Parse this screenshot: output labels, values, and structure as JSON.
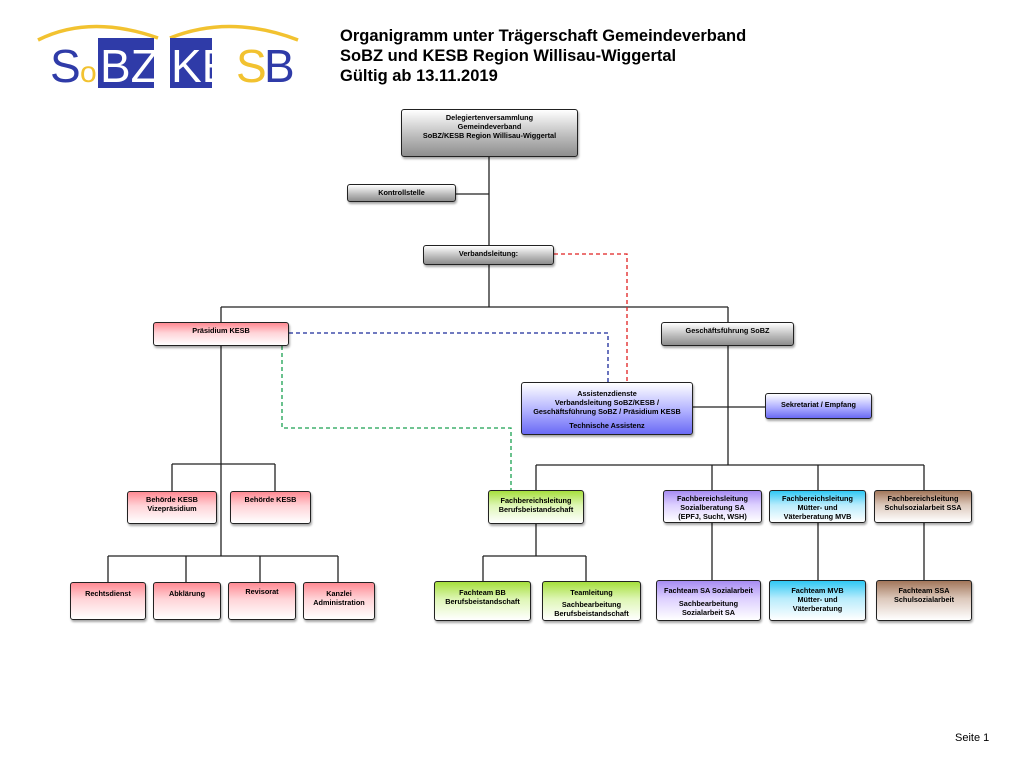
{
  "header": {
    "logo_left": "SoBZ",
    "logo_right": "KESB",
    "title_line1": "Organigramm unter Trägerschaft Gemeindeverband",
    "title_line2": "SoBZ und KESB Region Willisau-Wiggertal",
    "title_line3": "Gültig ab 13.11.2019"
  },
  "colors": {
    "grey": "#a9a9a9",
    "red": "#ff8a93",
    "blue": "#6a6af5",
    "green": "#a6df3d",
    "purple": "#a78cf2",
    "cyan": "#2fc8f4",
    "brown": "#a2765a",
    "logo_blue": "#2f3ba8",
    "logo_gold": "#f2c230"
  },
  "org": {
    "delegierten": [
      "Delegiertenversammlung",
      "Gemeindeverband",
      "SoBZ/KESB Region Willisau-Wiggertal"
    ],
    "kontrollstelle": "Kontrollstelle",
    "verbandsleitung": "Verbandsleitung:",
    "praesidium": "Präsidium KESB",
    "geschaeftsfuehrung": "Geschäftsführung SoBZ",
    "assistenz": [
      "Assistenzdienste",
      "Verbandsleitung SoBZ/KESB /",
      "Geschäftsführung SoBZ / Präsidium KESB",
      "Technische Assistenz"
    ],
    "sekretariat": "Sekretariat / Empfang",
    "behoerde_vize": [
      "Behörde KESB",
      "Vizepräsidium"
    ],
    "behoerde": "Behörde KESB",
    "rechtsdienst": "Rechtsdienst",
    "abklaerung": "Abklärung",
    "revisorat": "Revisorat",
    "kanzlei": [
      "Kanzlei",
      "Administration"
    ],
    "fb_berufsbeistand": [
      "Fachbereichsleitung",
      "Berufsbeistandschaft"
    ],
    "fb_sozialberatung": [
      "Fachbereichsleitung",
      "Sozialberatung SA",
      "(EPFJ, Sucht, WSH)"
    ],
    "fb_muetter": [
      "Fachbereichsleitung",
      "Mütter- und",
      "Väterberatung MVB"
    ],
    "fb_schulsozial": [
      "Fachbereichsleitung",
      "Schulsozialarbeit SSA"
    ],
    "ft_bb": [
      "Fachteam BB",
      "Berufsbeistandschaft"
    ],
    "teamleitung": [
      "Teamleitung",
      "Sachbearbeitung",
      "Berufsbeistandschaft"
    ],
    "ft_sa": [
      "Fachteam SA Sozialarbeit",
      "Sachbearbeitung",
      "Sozialarbeit SA"
    ],
    "ft_mvb": [
      "Fachteam MVB",
      "Mütter- und",
      "Väterberatung"
    ],
    "ft_ssa": [
      "Fachteam SSA",
      "Schulsozialarbeit"
    ]
  },
  "footer": {
    "page": "Seite 1"
  }
}
